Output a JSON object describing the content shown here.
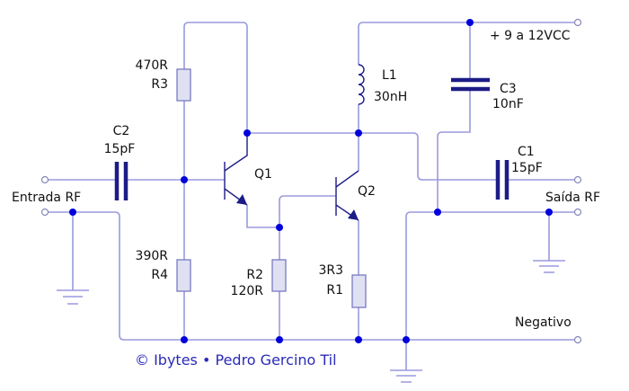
{
  "colors": {
    "wire": "#9a9ade",
    "junction": "#0000dd",
    "component": "#1c1c86",
    "copyright": "#2a2ab8"
  },
  "components": {
    "r3": {
      "name": "R3",
      "value": "470R"
    },
    "r4": {
      "name": "R4",
      "value": "390R"
    },
    "r2": {
      "name": "R2",
      "value": "120R"
    },
    "r1": {
      "name": "R1",
      "value": "3R3"
    },
    "c2": {
      "name": "C2",
      "value": "15pF"
    },
    "c1": {
      "name": "C1",
      "value": "15pF"
    },
    "c3": {
      "name": "C3",
      "value": "10nF"
    },
    "l1": {
      "name": "L1",
      "value": "30nH"
    },
    "q1": {
      "name": "Q1"
    },
    "q2": {
      "name": "Q2"
    }
  },
  "terminals": {
    "input": "Entrada RF",
    "output": "Saída RF",
    "supply": "+ 9 a 12VCC",
    "negative": "Negativo"
  },
  "copyright": "© Ibytes • Pedro Gercino Til"
}
